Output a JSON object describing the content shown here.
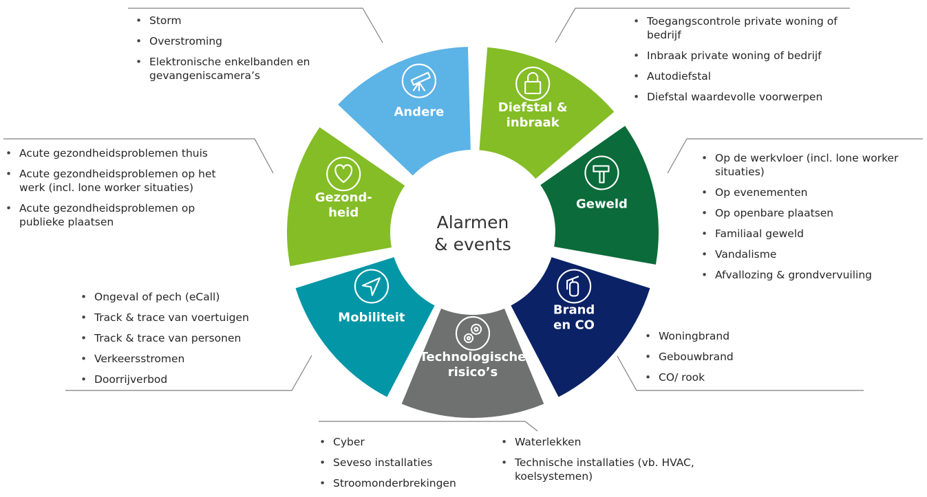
{
  "center": {
    "line1": "Alarmen",
    "line2": "& events"
  },
  "segments": [
    {
      "id": "andere",
      "lines": [
        "Andere"
      ],
      "icon": "telescope-icon",
      "color": "#5cb3e6"
    },
    {
      "id": "diefstal",
      "lines": [
        "Diefstal &",
        "inbraak"
      ],
      "icon": "lock-icon",
      "color": "#84bd26"
    },
    {
      "id": "geweld",
      "lines": [
        "Geweld"
      ],
      "icon": "hammer-icon",
      "color": "#0b6b3a"
    },
    {
      "id": "brand",
      "lines": [
        "Brand",
        "en CO"
      ],
      "icon": "fire-extinguisher-icon",
      "color": "#0b2266"
    },
    {
      "id": "technologisch",
      "lines": [
        "Technologische",
        "risico’s"
      ],
      "icon": "gears-icon",
      "color": "#6f7070"
    },
    {
      "id": "mobiliteit",
      "lines": [
        "Mobiliteit"
      ],
      "icon": "navigation-arrow-icon",
      "color": "#0396a6"
    },
    {
      "id": "gezondheid",
      "lines": [
        "Gezond-",
        "heid"
      ],
      "icon": "heart-icon",
      "color": "#84bd26"
    }
  ],
  "lists": {
    "andere": [
      "Storm",
      "Overstroming",
      "Elektronische enkelbanden en gevangeniscamera’s"
    ],
    "diefstal": [
      "Toegangscontrole private woning of bedrijf",
      "Inbraak private woning of bedrijf",
      "Autodiefstal",
      "Diefstal waardevolle voorwerpen"
    ],
    "geweld": [
      "Op de werkvloer (incl. lone worker situaties)",
      "Op evenementen",
      "Op openbare plaatsen",
      "Familiaal geweld",
      "Vandalisme",
      "Afvallozing & grondvervuiling"
    ],
    "brand": [
      "Woningbrand",
      "Gebouwbrand",
      "CO/ rook"
    ],
    "technologisch_left": [
      "Cyber",
      "Seveso installaties",
      "Stroomonderbrekingen"
    ],
    "technologisch_right": [
      "Waterlekken",
      "Technische installaties (vb. HVAC, koelsystemen)"
    ],
    "mobiliteit": [
      "Ongeval of pech (eCall)",
      "Track & trace van voertuigen",
      "Track & trace van personen",
      "Verkeersstromen",
      "Doorrijverbod"
    ],
    "gezondheid": [
      "Acute gezondheidsproblemen thuis",
      "Acute gezondheidsproblemen op het werk (incl. lone worker situaties)",
      "Acute gezondheidsproblemen op publieke plaatsen"
    ]
  }
}
